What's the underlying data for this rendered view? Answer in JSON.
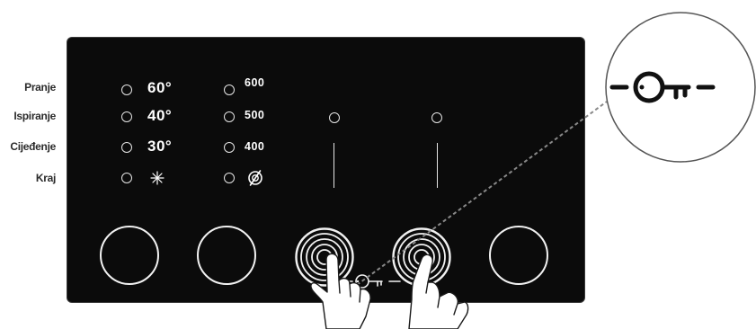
{
  "phases": [
    {
      "label": "Pranje"
    },
    {
      "label": "Ispiranje"
    },
    {
      "label": "Cijeđenje"
    },
    {
      "label": "Kraj"
    }
  ],
  "temperatures": [
    "60°",
    "40°",
    "30°"
  ],
  "temperature_cold_icon": "snowflake-icon",
  "spin_speeds": [
    "600",
    "500",
    "400"
  ],
  "spin_none_icon": "no-spin-icon",
  "child_lock_icon": "key-icon",
  "colors": {
    "panel": "#0b0b0b",
    "symbols": "#ffffff",
    "labels": "#2b2b2b",
    "callout_outline": "#555555"
  }
}
